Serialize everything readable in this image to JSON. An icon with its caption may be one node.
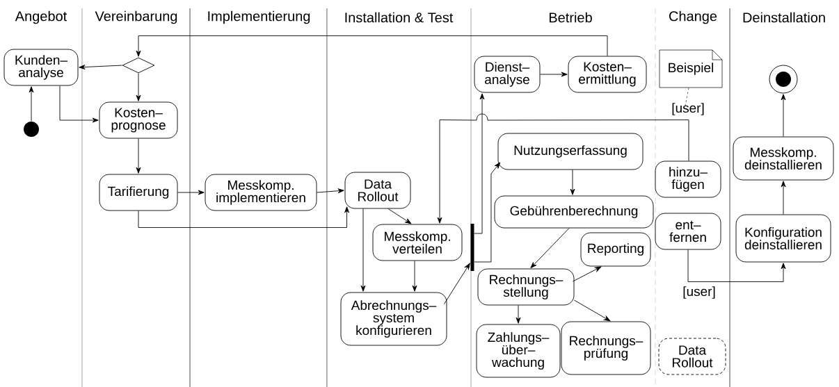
{
  "diagram": {
    "nodes": [
      {
        "text": [
          "Kunden– analyse"
        ]
      },
      {
        "text": [],
        "shape": "diamond"
      },
      {
        "text": [],
        "shape": "circle"
      },
      {
        "text": [
          "Kosten– prognose"
        ]
      },
      {
        "text": [
          "Tarifierung"
        ]
      },
      {
        "text": [
          "Messkomp. implementieren"
        ]
      },
      {
        "text": [
          "Data Rollout"
        ]
      },
      {
        "text": [
          "Messkomp. verteilen"
        ]
      },
      {
        "text": [
          "Abrechnungs– system konfigurieren"
        ]
      },
      {
        "text": [],
        "shape": "bar"
      },
      {
        "text": [
          "Dienst– analyse"
        ]
      },
      {
        "text": [
          "Kosten– ermittlung"
        ]
      },
      {
        "text": [
          "Nutzungserfassung"
        ]
      },
      {
        "text": [
          "Gebührenberechnung"
        ]
      },
      {
        "text": [
          "Reporting"
        ]
      },
      {
        "text": [
          "Rechnungs– stellung"
        ]
      },
      {
        "text": [
          "Zahlungs– über– wachung"
        ]
      },
      {
        "text": [
          "Rechnungs– prüfung"
        ]
      },
      {
        "text": [
          "Beispiel"
        ]
      },
      {
        "text": [
          "hinzu– fügen"
        ]
      },
      {
        "text": [
          "ent– fernen"
        ]
      },
      {
        "text": [
          "Data Rollout"
        ]
      },
      {
        "text": [],
        "shape": "circle"
      },
      {
        "text": [
          "Messkomp. deinstallieren"
        ]
      },
      {
        "text": [
          "Konfiguration deinstallieren"
        ]
      }
    ],
    "edges": [
      {
        "from": 1,
        "to": 0,
        "arrow": "to"
      },
      {
        "from": 2,
        "to": 0,
        "arrow": "to"
      },
      {
        "from": 0,
        "to": 3,
        "arrow": "to"
      },
      {
        "from": 1,
        "to": 3,
        "arrow": "to"
      },
      {
        "from": 3,
        "to": 4,
        "arrow": "to"
      },
      {
        "from": 4,
        "to": 5,
        "arrow": "to"
      },
      {
        "from": 4,
        "to": 6,
        "arrow": "to"
      },
      {
        "from": 5,
        "to": 6,
        "arrow": "to"
      },
      {
        "from": 11,
        "to": 1,
        "arrow": "to"
      },
      {
        "from": 6,
        "to": 7,
        "arrow": "to"
      },
      {
        "from": 6,
        "to": 8,
        "arrow": "to"
      },
      {
        "from": 7,
        "to": 8,
        "arrow": "to"
      },
      {
        "from": 8,
        "to": 9,
        "arrow": "to"
      },
      {
        "from": 9,
        "to": 10,
        "arrow": "to"
      },
      {
        "from": 9,
        "to": 12,
        "arrow": "to"
      },
      {
        "from": 10,
        "to": 11,
        "arrow": "to"
      },
      {
        "from": 12,
        "to": 13,
        "arrow": "to"
      },
      {
        "from": 13,
        "to": 15,
        "arrow": "to"
      },
      {
        "from": 15,
        "to": 14,
        "arrow": "to"
      },
      {
        "from": 15,
        "to": 16,
        "arrow": "to"
      },
      {
        "from": 15,
        "to": 17,
        "arrow": "to"
      },
      {
        "from": 19,
        "to": 7,
        "arrow": "to",
        "label": "[user]"
      },
      {
        "from": 20,
        "to": 24,
        "arrow": "to",
        "label": "[user]"
      },
      {
        "from": 24,
        "to": 23,
        "arrow": "to"
      },
      {
        "from": 23,
        "to": 22,
        "arrow": "to"
      },
      {
        "from": 18,
        "to": null,
        "arrow": "none",
        "style": "dashed"
      }
    ],
    "labels": [
      "Angebot",
      "Vereinbarung",
      "Implementierung",
      "Installation & Test",
      "Betrieb",
      "Change",
      "Deinstallation"
    ]
  }
}
